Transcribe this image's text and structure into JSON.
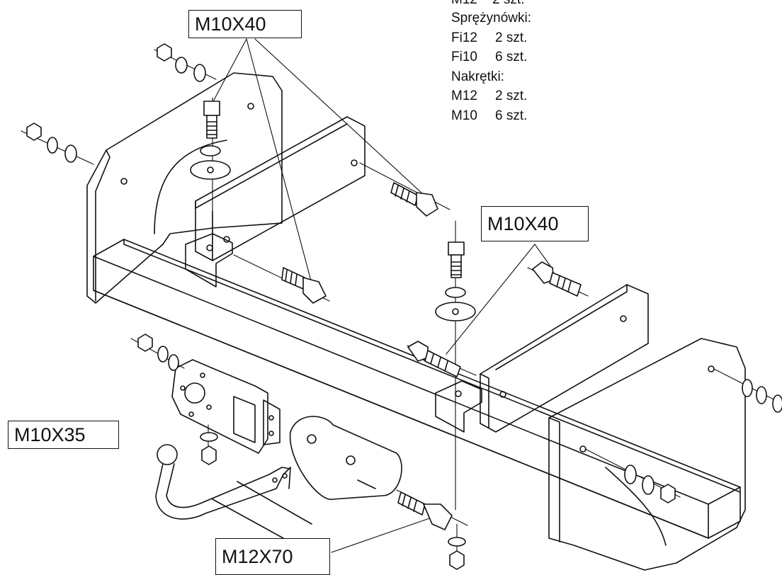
{
  "labels": {
    "top_left": "M10X40",
    "top_right": "M10X40",
    "left": "M10X35",
    "bottom": "M12X70"
  },
  "parts_list": {
    "top_partial": "M12    2 szt.",
    "groups": [
      {
        "heading": "Sprężynówki:",
        "items": [
          {
            "name": "Fi12",
            "qty": "2 szt."
          },
          {
            "name": "Fi10",
            "qty": "6 szt."
          }
        ]
      },
      {
        "heading": "Nakrętki:",
        "items": [
          {
            "name": "M12",
            "qty": "2 szt."
          },
          {
            "name": "M10",
            "qty": "6 szt."
          }
        ]
      }
    ]
  }
}
